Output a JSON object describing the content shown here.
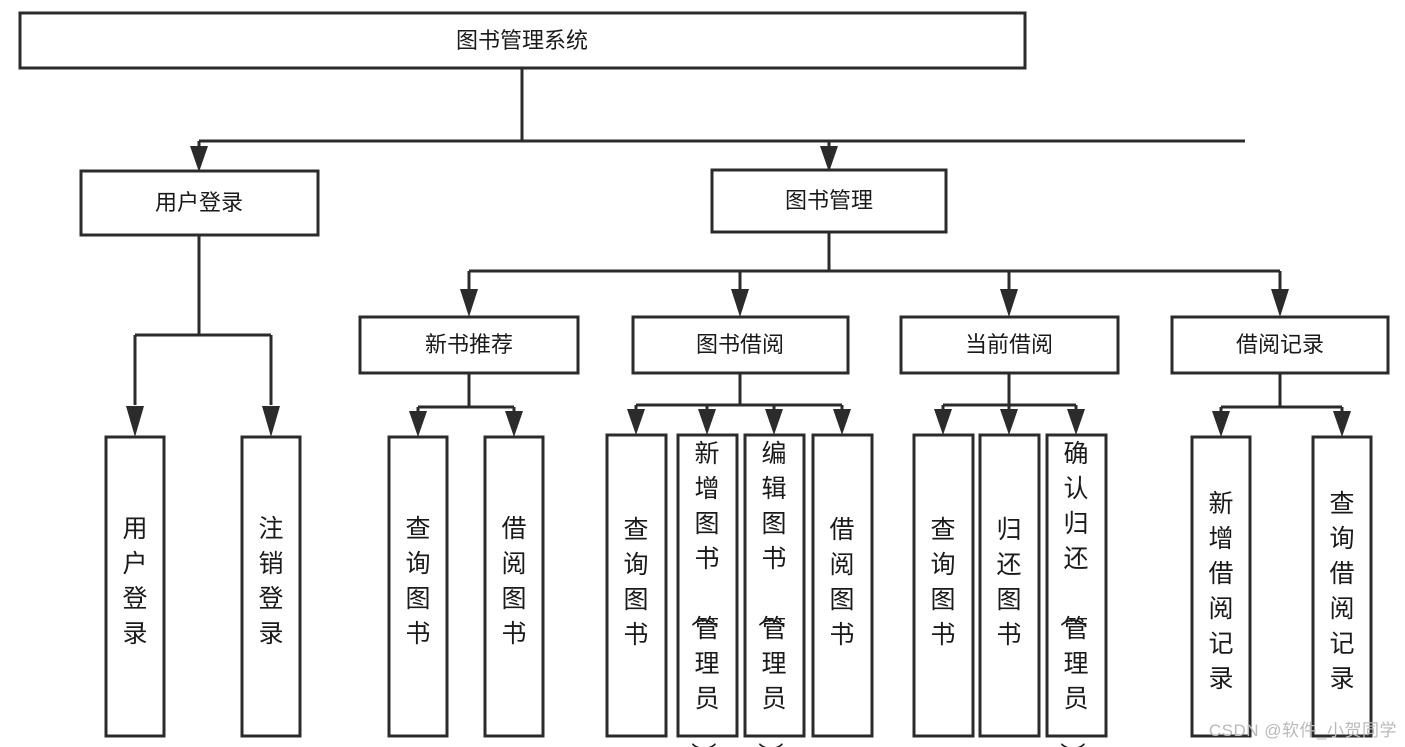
{
  "diagram": {
    "type": "tree-hierarchy-chart",
    "title": "图书管理系统",
    "orientation": "top-down",
    "colors": {
      "box_stroke": "#2b2b2b",
      "box_fill": "#ffffff",
      "connector": "#2b2b2b",
      "text": "#1a1a1a",
      "watermark": "#b9b9b9",
      "background": "#ffffff"
    },
    "root": {
      "label": "图书管理系统"
    },
    "level2": [
      {
        "label": "用户登录"
      },
      {
        "label": "图书管理"
      }
    ],
    "level3": [
      {
        "label": "新书推荐"
      },
      {
        "label": "图书借阅"
      },
      {
        "label": "当前借阅"
      },
      {
        "label": "借阅记录"
      }
    ],
    "leaves": {
      "user_login": [
        {
          "label": "用户登录"
        },
        {
          "label": "注销登录"
        }
      ],
      "new_book_recommend": [
        {
          "label": "查询图书"
        },
        {
          "label": "借阅图书"
        }
      ],
      "book_borrow": [
        {
          "label": "查询图书"
        },
        {
          "label": "新增图书（管理员）"
        },
        {
          "label": "编辑图书（管理员）"
        },
        {
          "label": "借阅图书"
        }
      ],
      "current_borrow": [
        {
          "label": "查询图书"
        },
        {
          "label": "归还图书"
        },
        {
          "label": "确认归还（管理员）"
        }
      ],
      "borrow_record": [
        {
          "label": "新增借阅记录"
        },
        {
          "label": "查询借阅记录"
        }
      ]
    }
  },
  "watermark": {
    "text": "CSDN @软件_小贺同学"
  }
}
